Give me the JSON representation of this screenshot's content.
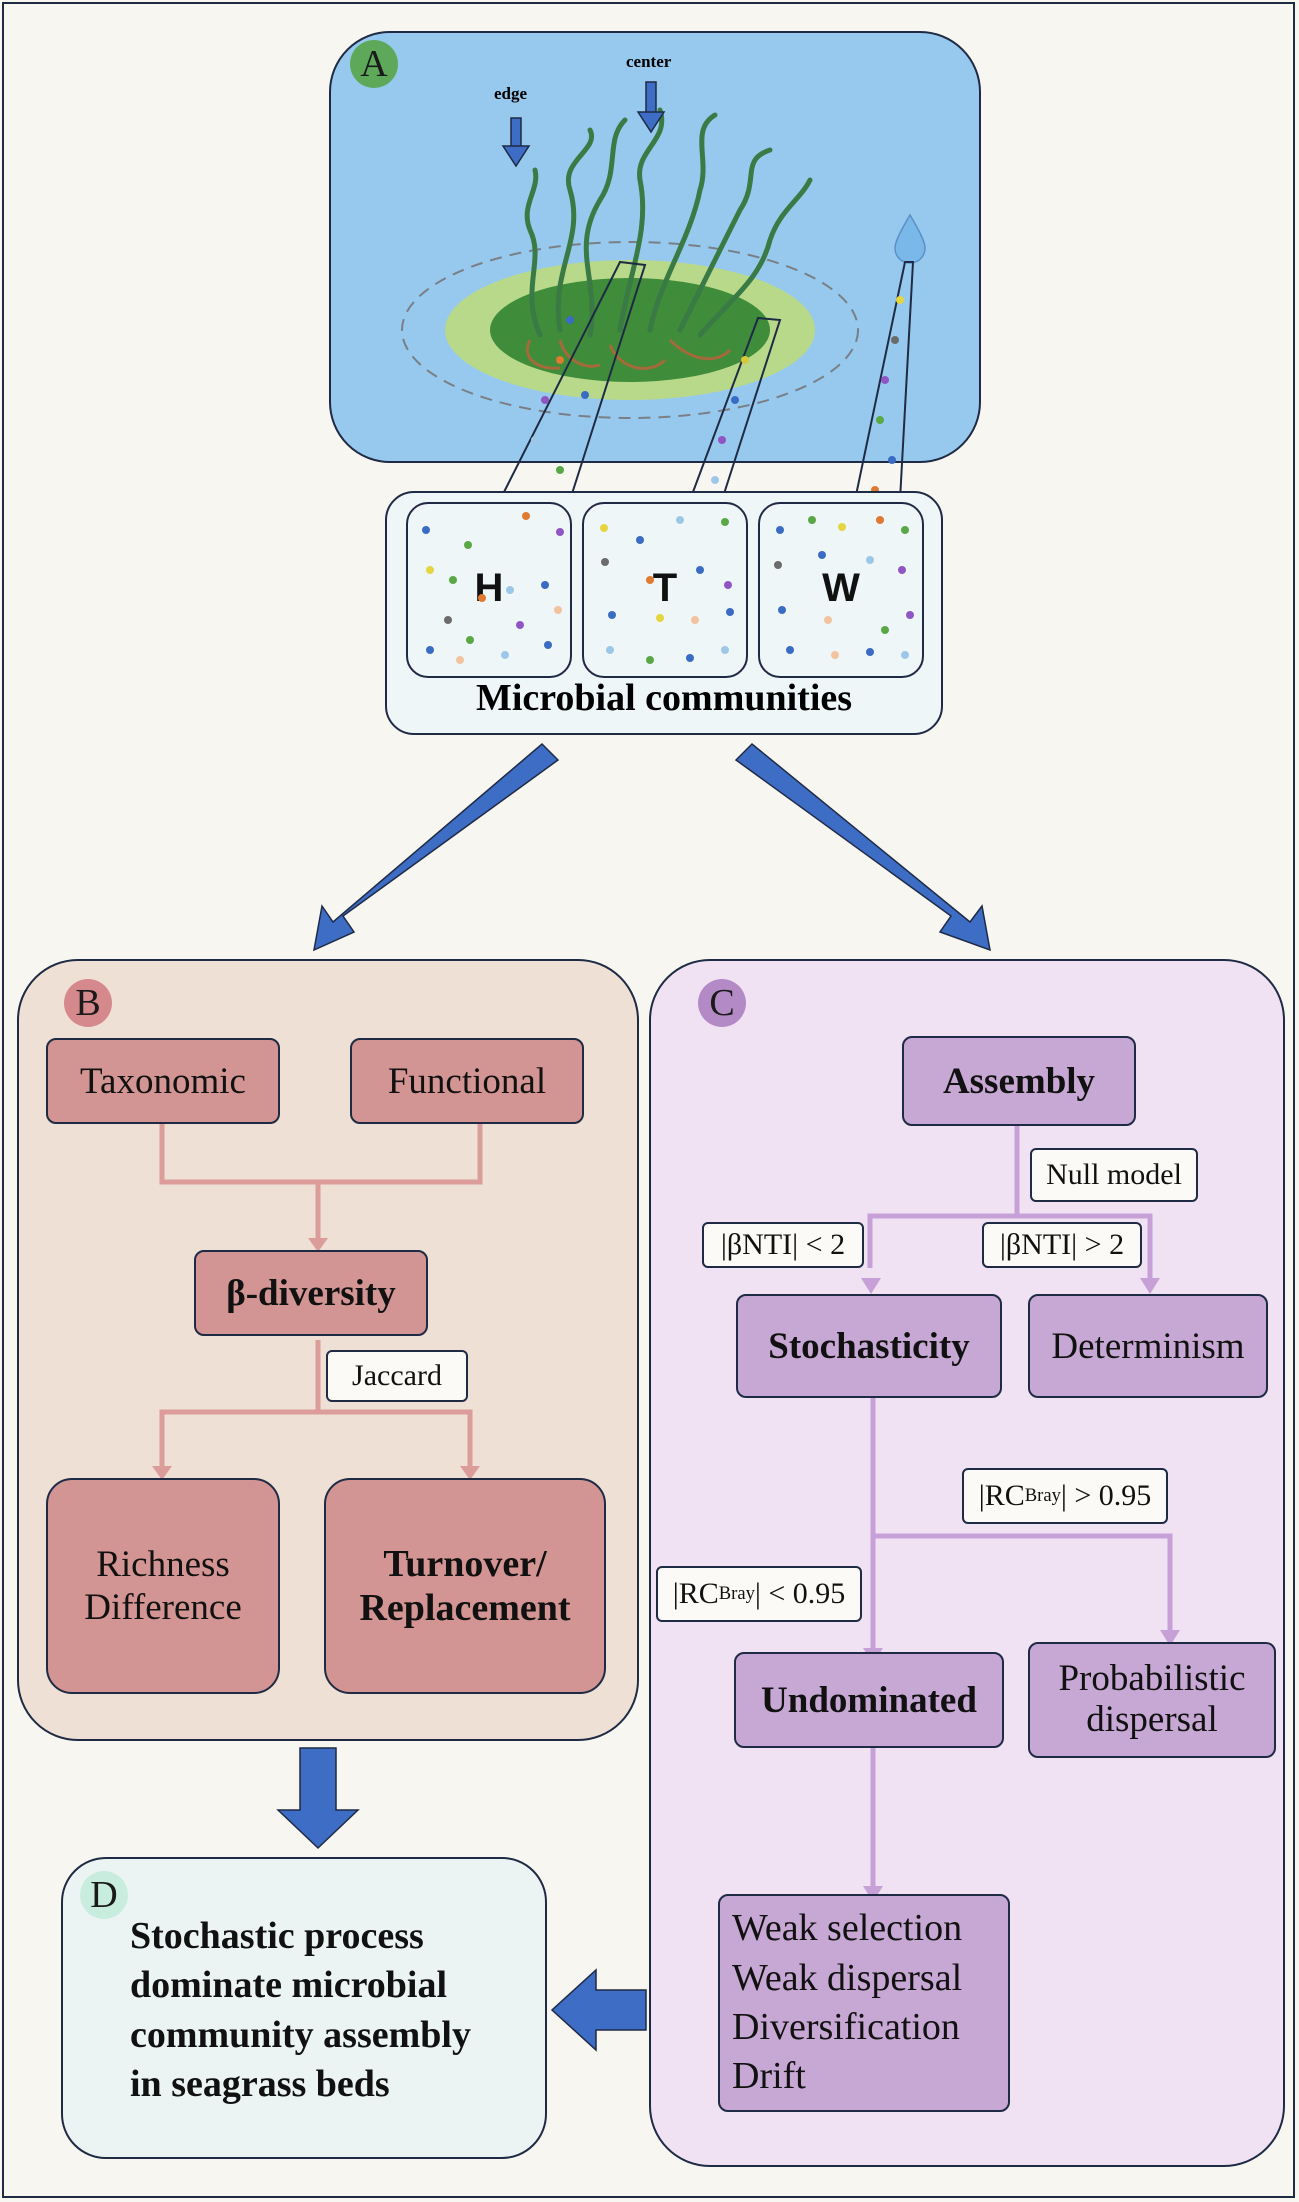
{
  "panel_a": {
    "letter": "A",
    "edge_label": "edge",
    "center_label": "center",
    "communities": [
      "H",
      "T",
      "W"
    ],
    "communities_title": "Microbial communities"
  },
  "panel_b": {
    "letter": "B",
    "taxonomic": "Taxonomic",
    "functional": "Functional",
    "beta_diversity": "β-diversity",
    "jaccard": "Jaccard",
    "richness_difference": [
      "Richness",
      "Difference"
    ],
    "turnover": [
      "Turnover/",
      "Replacement"
    ]
  },
  "panel_c": {
    "letter": "C",
    "assembly": "Assembly",
    "null_model": "Null model",
    "bnti_lt": "|βNTI| < 2",
    "bnti_gt": "|βNTI| > 2",
    "stochasticity": "Stochasticity",
    "determinism": "Determinism",
    "rc_gt": {
      "pre": "|RC",
      "sub": "Bray",
      "post": "| > 0.95"
    },
    "rc_lt": {
      "pre": "|RC",
      "sub": "Bray",
      "post": "| < 0.95"
    },
    "undominated": "Undominated",
    "probabilistic_dispersal": [
      "Probabilistic",
      "dispersal"
    ],
    "processes": [
      "Weak selection",
      "Weak dispersal",
      "Diversification",
      "Drift"
    ]
  },
  "panel_d": {
    "letter": "D",
    "conclusion": [
      "Stochastic process",
      "dominate microbial",
      "community assembly",
      "in seagrass beds"
    ]
  },
  "colors": {
    "panel_a_bg": "#97c9ee",
    "panel_b_bg": "#efe0d5",
    "panel_c_bg": "#f0e2f3",
    "panel_d_bg": "#ebf4f3",
    "pink_box": "#d39593",
    "purple_box": "#c7a8d4",
    "arrow_blue": "#3d6dc5",
    "pink_line": "#dc9c9a",
    "purple_line": "#c7a0d8"
  }
}
